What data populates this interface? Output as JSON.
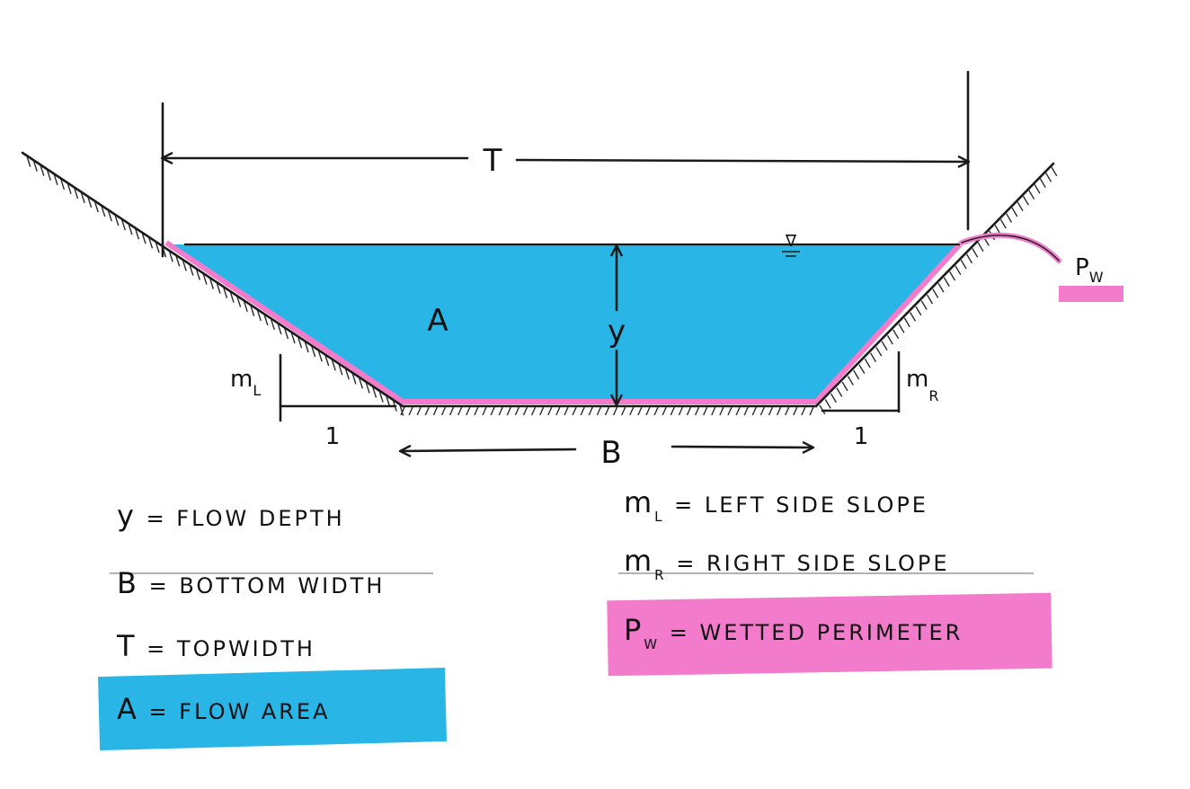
{
  "diagram": {
    "labels": {
      "top_width": "T",
      "area": "A",
      "depth": "y",
      "bottom_width": "B",
      "ml_main": "m",
      "ml_sub": "L",
      "mr_main": "m",
      "mr_sub": "R",
      "run_left": "1",
      "run_right": "1",
      "pw_main": "P",
      "pw_sub": "W",
      "water_surface": "∇"
    },
    "colors": {
      "water": "#29b6e6",
      "wetted_perimeter": "#f27ccb",
      "ink": "#1a1a1a"
    }
  },
  "legend": {
    "items": [
      {
        "sym": "y",
        "sub": "",
        "text": "= FLOW DEPTH",
        "highlight": "none"
      },
      {
        "sym": "B",
        "sub": "",
        "text": "= BOTTOM WIDTH",
        "highlight": "none"
      },
      {
        "sym": "T",
        "sub": "",
        "text": "= TOPWIDTH",
        "highlight": "none"
      },
      {
        "sym": "A",
        "sub": "",
        "text": "= FLOW AREA",
        "highlight": "water"
      },
      {
        "sym": "m",
        "sub": "L",
        "text": "= LEFT SIDE SLOPE",
        "highlight": "none"
      },
      {
        "sym": "m",
        "sub": "R",
        "text": "= RIGHT SIDE SLOPE",
        "highlight": "none"
      },
      {
        "sym": "P",
        "sub": "W",
        "text": "= WETTED PERIMETER",
        "highlight": "wetted_perimeter"
      }
    ]
  }
}
